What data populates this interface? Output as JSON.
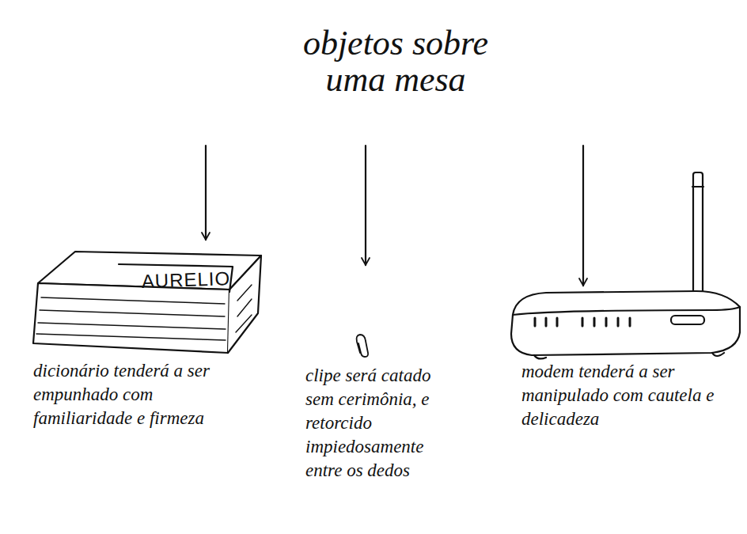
{
  "diagram": {
    "nodes": [
      {
        "text": [
          "objetos sobre uma mesa"
        ]
      },
      {
        "text": [
          "AURELIO",
          "dicionário tenderá a ser empunhado com familiaridade e firmeza"
        ]
      },
      {
        "text": [
          "clipe será catado sem cerimônia, e retorcido impiedosamente entre os dedos"
        ]
      },
      {
        "text": [
          "modem tenderá a ser manipulado com cautela e delicadeza"
        ]
      }
    ],
    "edges": [
      {
        "from": 0,
        "to": 1,
        "arrow": "to"
      },
      {
        "from": 0,
        "to": 2,
        "arrow": "to"
      },
      {
        "from": 0,
        "to": 3,
        "arrow": "to"
      }
    ]
  }
}
